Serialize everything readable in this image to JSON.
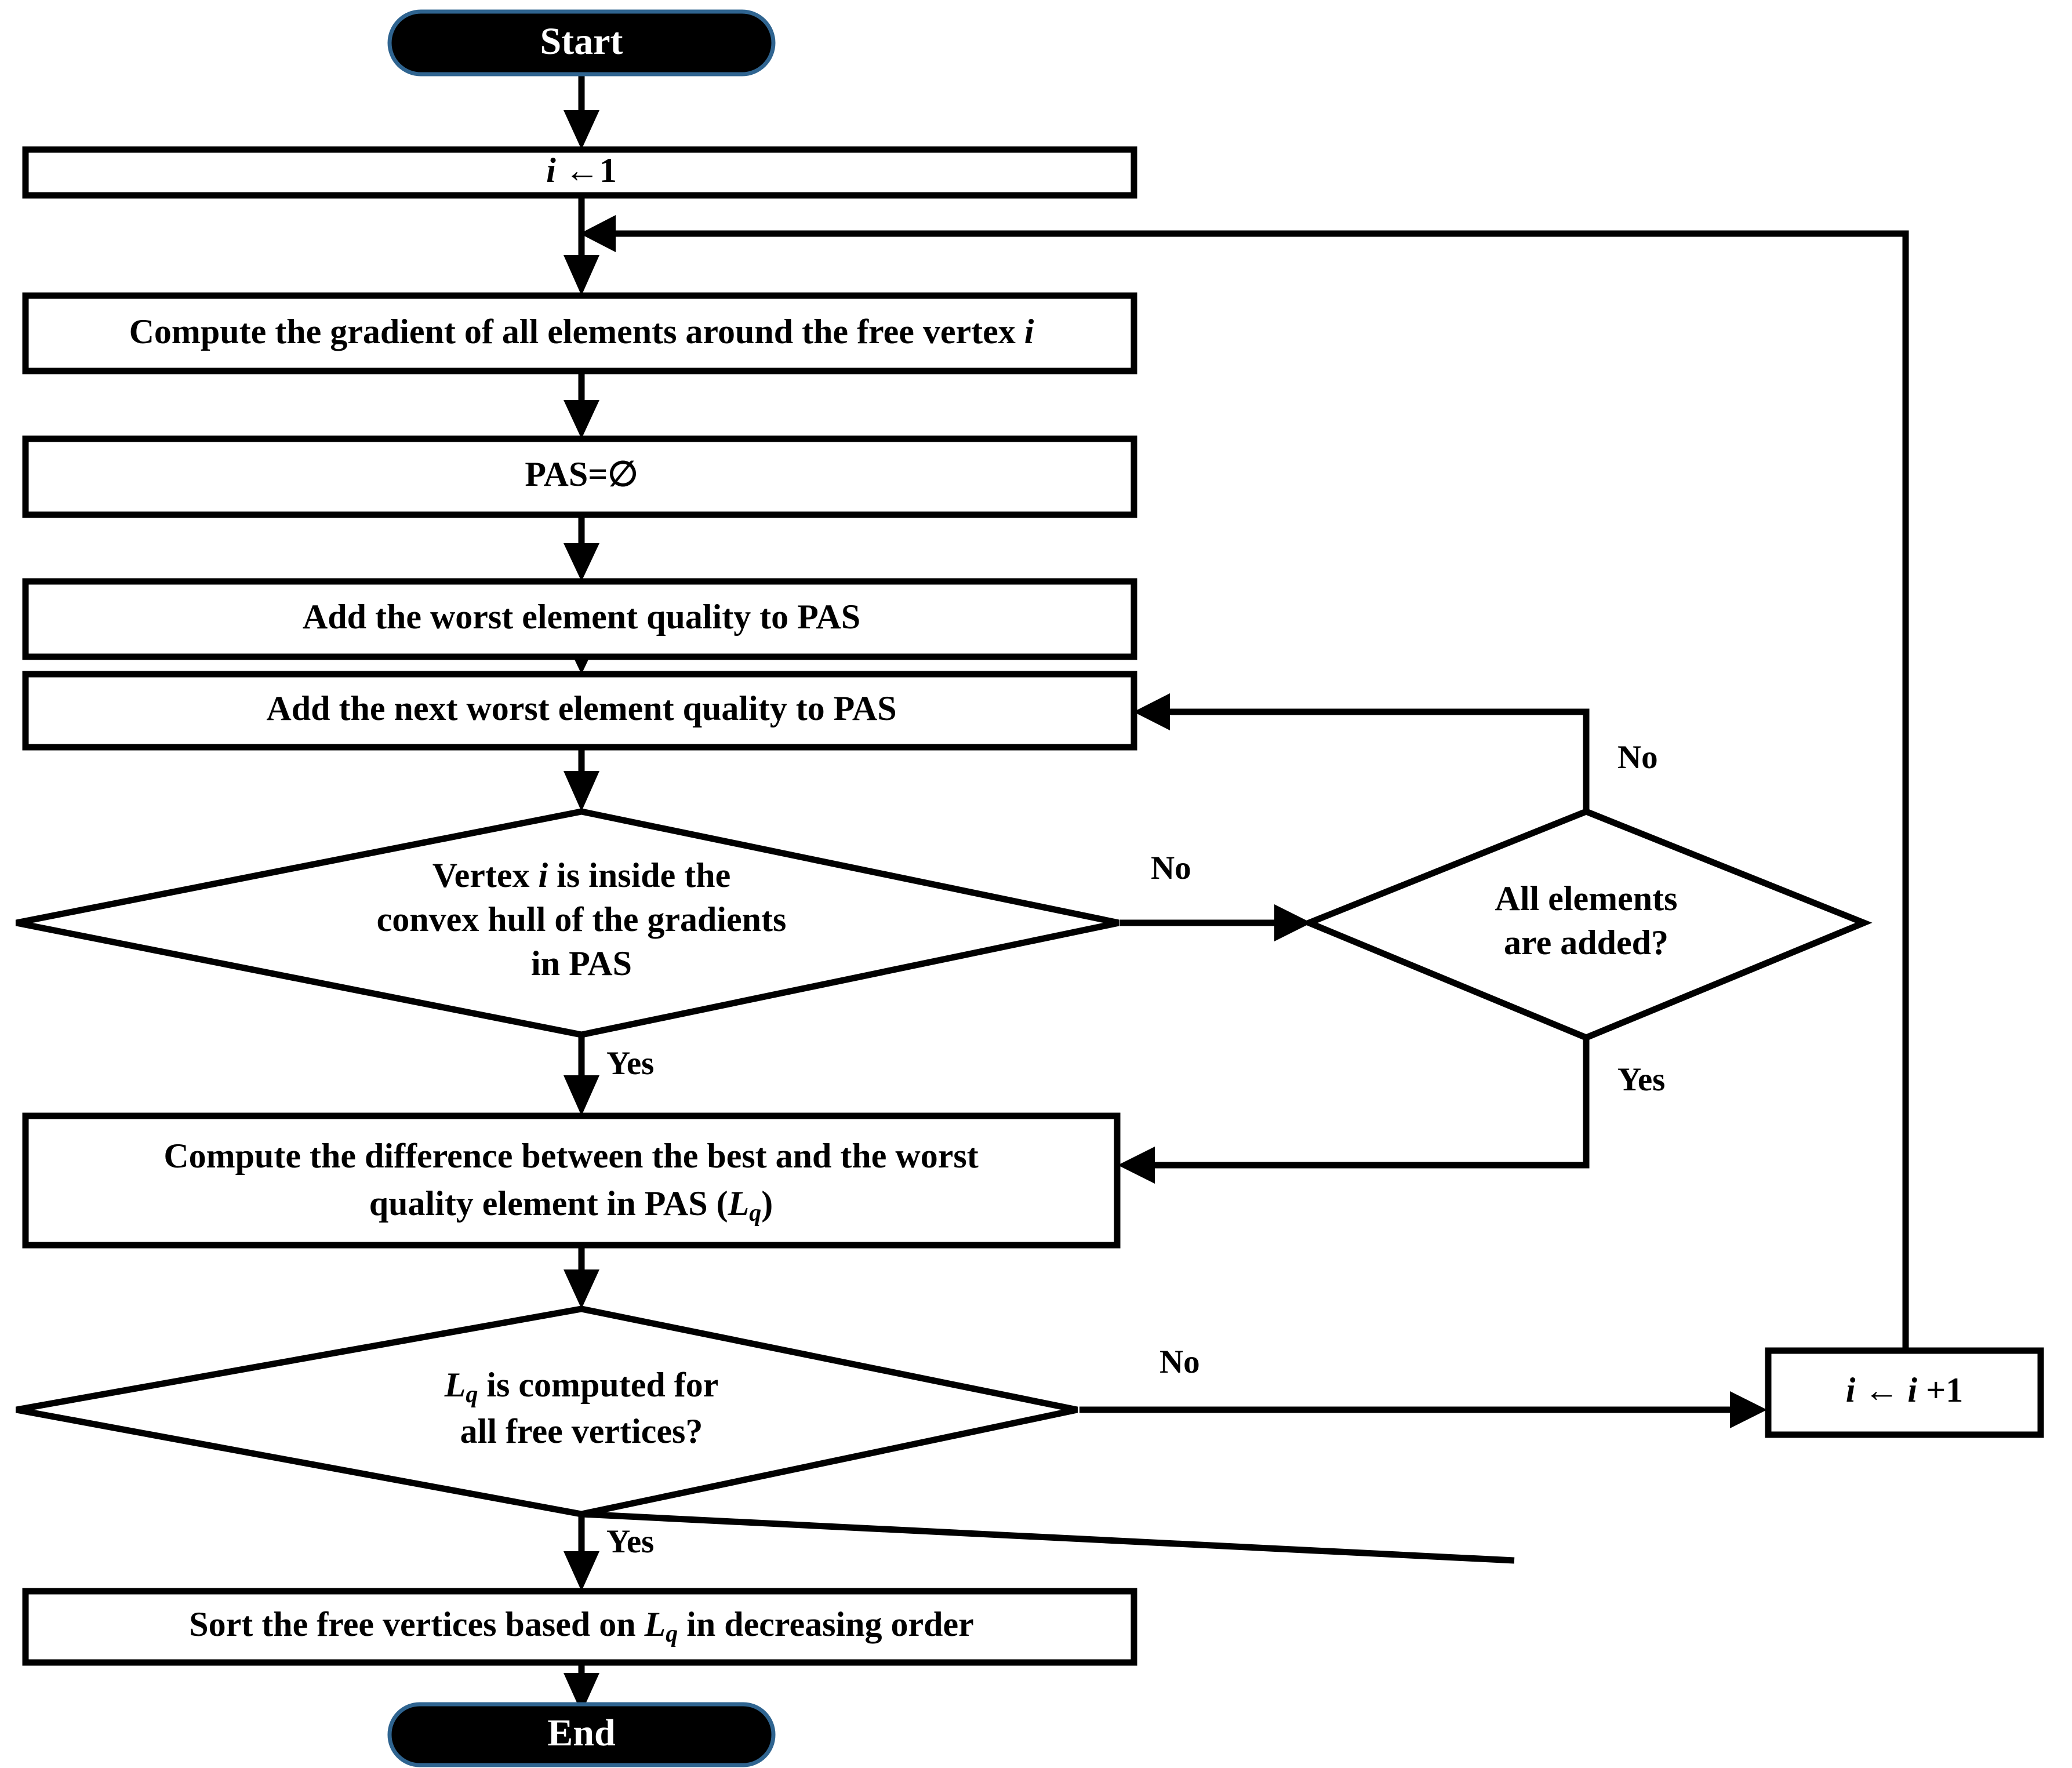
{
  "diagram": {
    "title": "Mesh smoothing vertex ordering flowchart",
    "type": "flowchart",
    "colors": {
      "background": "#ffffff",
      "stroke": "#000000",
      "terminal_fill": "#000000",
      "terminal_text": "#ffffff",
      "terminal_outline": "#2f6490"
    },
    "nodes": {
      "start": {
        "label": "Start",
        "shape": "terminal"
      },
      "init": {
        "label": "i ←1",
        "label_plain": "i ←1",
        "shape": "process"
      },
      "compute_gradient": {
        "label": "Compute the gradient of all elements around the free vertex i",
        "shape": "process"
      },
      "pas_empty": {
        "label": "PAS=∅",
        "shape": "process"
      },
      "add_worst": {
        "label": "Add the worst element quality to PAS",
        "shape": "process"
      },
      "add_next_worst": {
        "label": "Add the next worst element quality to PAS",
        "shape": "process"
      },
      "inside_hull": {
        "shape": "decision",
        "label": "Vertex i is inside the convex hull of  the gradients in PAS",
        "lines": [
          "Vertex i is inside the",
          "convex hull of  the gradients",
          "in PAS"
        ]
      },
      "all_added": {
        "shape": "decision",
        "label": "All elements are added?",
        "lines": [
          "All elements",
          "are added?"
        ]
      },
      "compute_diff": {
        "shape": "process",
        "label": "Compute the difference between the best and the worst quality element in PAS (Lq)",
        "lines": [
          "Compute the difference between the best and the worst",
          "quality element in PAS (Lq)"
        ]
      },
      "lq_done": {
        "shape": "decision",
        "label": "Lq is computed for all free vertices?",
        "lines": [
          "Lq is computed for",
          "all free vertices?"
        ]
      },
      "increment": {
        "label": "i ← i +1",
        "shape": "process"
      },
      "sort_vertices": {
        "label": "Sort the free vertices based on Lq in decreasing order",
        "shape": "process"
      },
      "end": {
        "label": "End",
        "shape": "terminal"
      }
    },
    "edge_labels": {
      "inside_hull_no": "No",
      "inside_hull_yes": "Yes",
      "all_added_no": "No",
      "all_added_yes": "Yes",
      "lq_done_no": "No",
      "lq_done_yes": "Yes"
    },
    "text_fragments": {
      "compute_gradient_a": "Compute the gradient of all elements around the free vertex ",
      "compute_gradient_i": "i",
      "pas_empty": "PAS=∅",
      "add_worst": "Add the worst element quality to PAS",
      "add_next_worst": "Add the next worst element quality to PAS",
      "hull_l1_a": "Vertex ",
      "hull_l1_i": "i",
      "hull_l1_b": " is inside the",
      "hull_l2": "convex hull of  the gradients",
      "hull_l3": "in PAS",
      "all_added_l1": "All elements",
      "all_added_l2": "are added?",
      "diff_l1": "Compute the difference between the best and the worst",
      "diff_l2_a": "quality element in PAS (",
      "diff_l2_L": "L",
      "diff_l2_q": "q",
      "diff_l2_b": ")",
      "lq_l1_L": "L",
      "lq_l1_q": "q",
      "lq_l1_rest": " is computed for",
      "lq_l2": "all free vertices?",
      "sort_a": "Sort the free vertices based on ",
      "sort_L": "L",
      "sort_q": "q",
      "sort_b": " in decreasing order",
      "init_i": "i",
      "init_rest": " ←1",
      "inc_i1": "i",
      "inc_arrow": " ← ",
      "inc_i2": "i",
      "inc_plus": " +1",
      "start": "Start",
      "end": "End"
    }
  }
}
